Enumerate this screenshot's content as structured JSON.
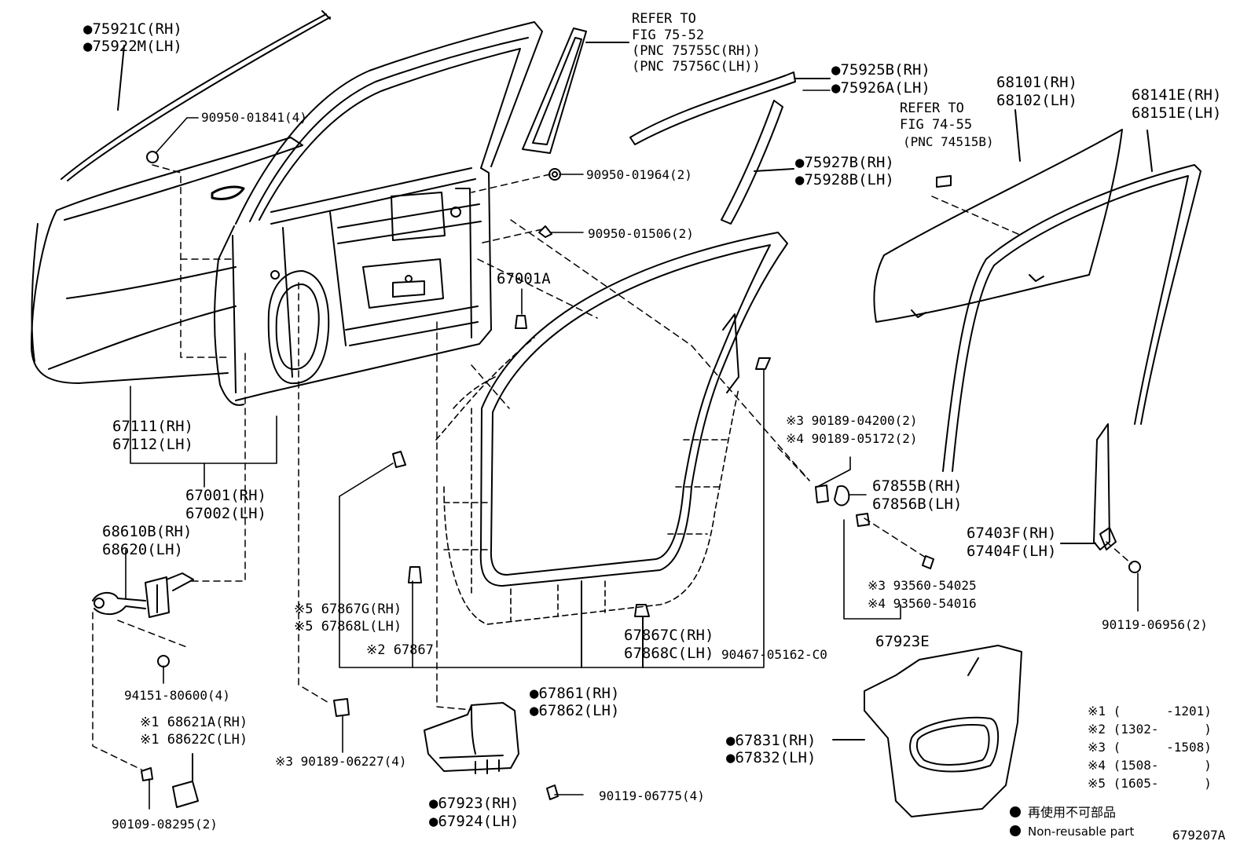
{
  "diagram_id": "679207A",
  "labels": {
    "moulding_outer": [
      "●75921C(RH)",
      "●75922M(LH)"
    ],
    "clip_01841": "90950-01841(4)",
    "refer_75_52": [
      "REFER TO",
      "FIG 75-52",
      "(PNC 75755C(RH))",
      "(PNC 75756C(LH))"
    ],
    "moulding_75925": [
      "●75925B(RH)",
      "●75926A(LH)"
    ],
    "glass_68101": [
      "68101(RH)",
      "68102(LH)"
    ],
    "run_68141": [
      "68141E(RH)",
      "68151E(LH)"
    ],
    "refer_74_55": [
      "REFER TO",
      "FIG 74-55",
      "(PNC 74515B)"
    ],
    "clip_01964": "90950-01964(2)",
    "seal_75927": [
      "●75927B(RH)",
      "●75928B(LH)"
    ],
    "clip_01506": "90950-01506(2)",
    "stopper_67001a": "67001A",
    "panel_67111": [
      "67111(RH)",
      "67112(LH)"
    ],
    "door_67001": [
      "67001(RH)",
      "67002(LH)"
    ],
    "check_68610": [
      "68610B(RH)",
      "68620(LH)"
    ],
    "nut_94151": "94151-80600(4)",
    "cover_68621": [
      "※1 68621A(RH)",
      "※1 68622C(LH)"
    ],
    "bolt_90109": "90109-08295(2)",
    "clip_67867g": [
      "※5 67867G(RH)",
      "※5 67868L(LH)"
    ],
    "clip_67867": "※2 67867",
    "clip_06227": "※3 90189-06227(4)",
    "clip_67867c": [
      "67867C(RH)",
      "67868C(LH)"
    ],
    "clip_90467": "90467-05162-C0",
    "weather_67861": [
      "●67861(RH)",
      "●67862(LH)"
    ],
    "clip_90189_04200": [
      "※3 90189-04200(2)",
      "※4 90189-05172(2)"
    ],
    "pad_67855": [
      "67855B(RH)",
      "67856B(LH)"
    ],
    "channel_67403": [
      "67403F(RH)",
      "67404F(LH)"
    ],
    "screw_93560": [
      "※3 93560-54025",
      "※4 93560-54016"
    ],
    "kit_67923e": "67923E",
    "bolt_06956": "90119-06956(2)",
    "film_67831": [
      "●67831(RH)",
      "●67832(LH)"
    ],
    "seal_67923": [
      "●67923(RH)",
      "●67924(LH)"
    ],
    "screw_06775": "90119-06775(4)"
  },
  "footnotes": [
    "※1 (      -1201)",
    "※2 (1302-      )",
    "※3 (      -1508)",
    "※4 (1508-      )",
    "※5 (1605-      )"
  ],
  "legend": {
    "jp": "再使用不可部品",
    "en": "Non-reusable part"
  }
}
